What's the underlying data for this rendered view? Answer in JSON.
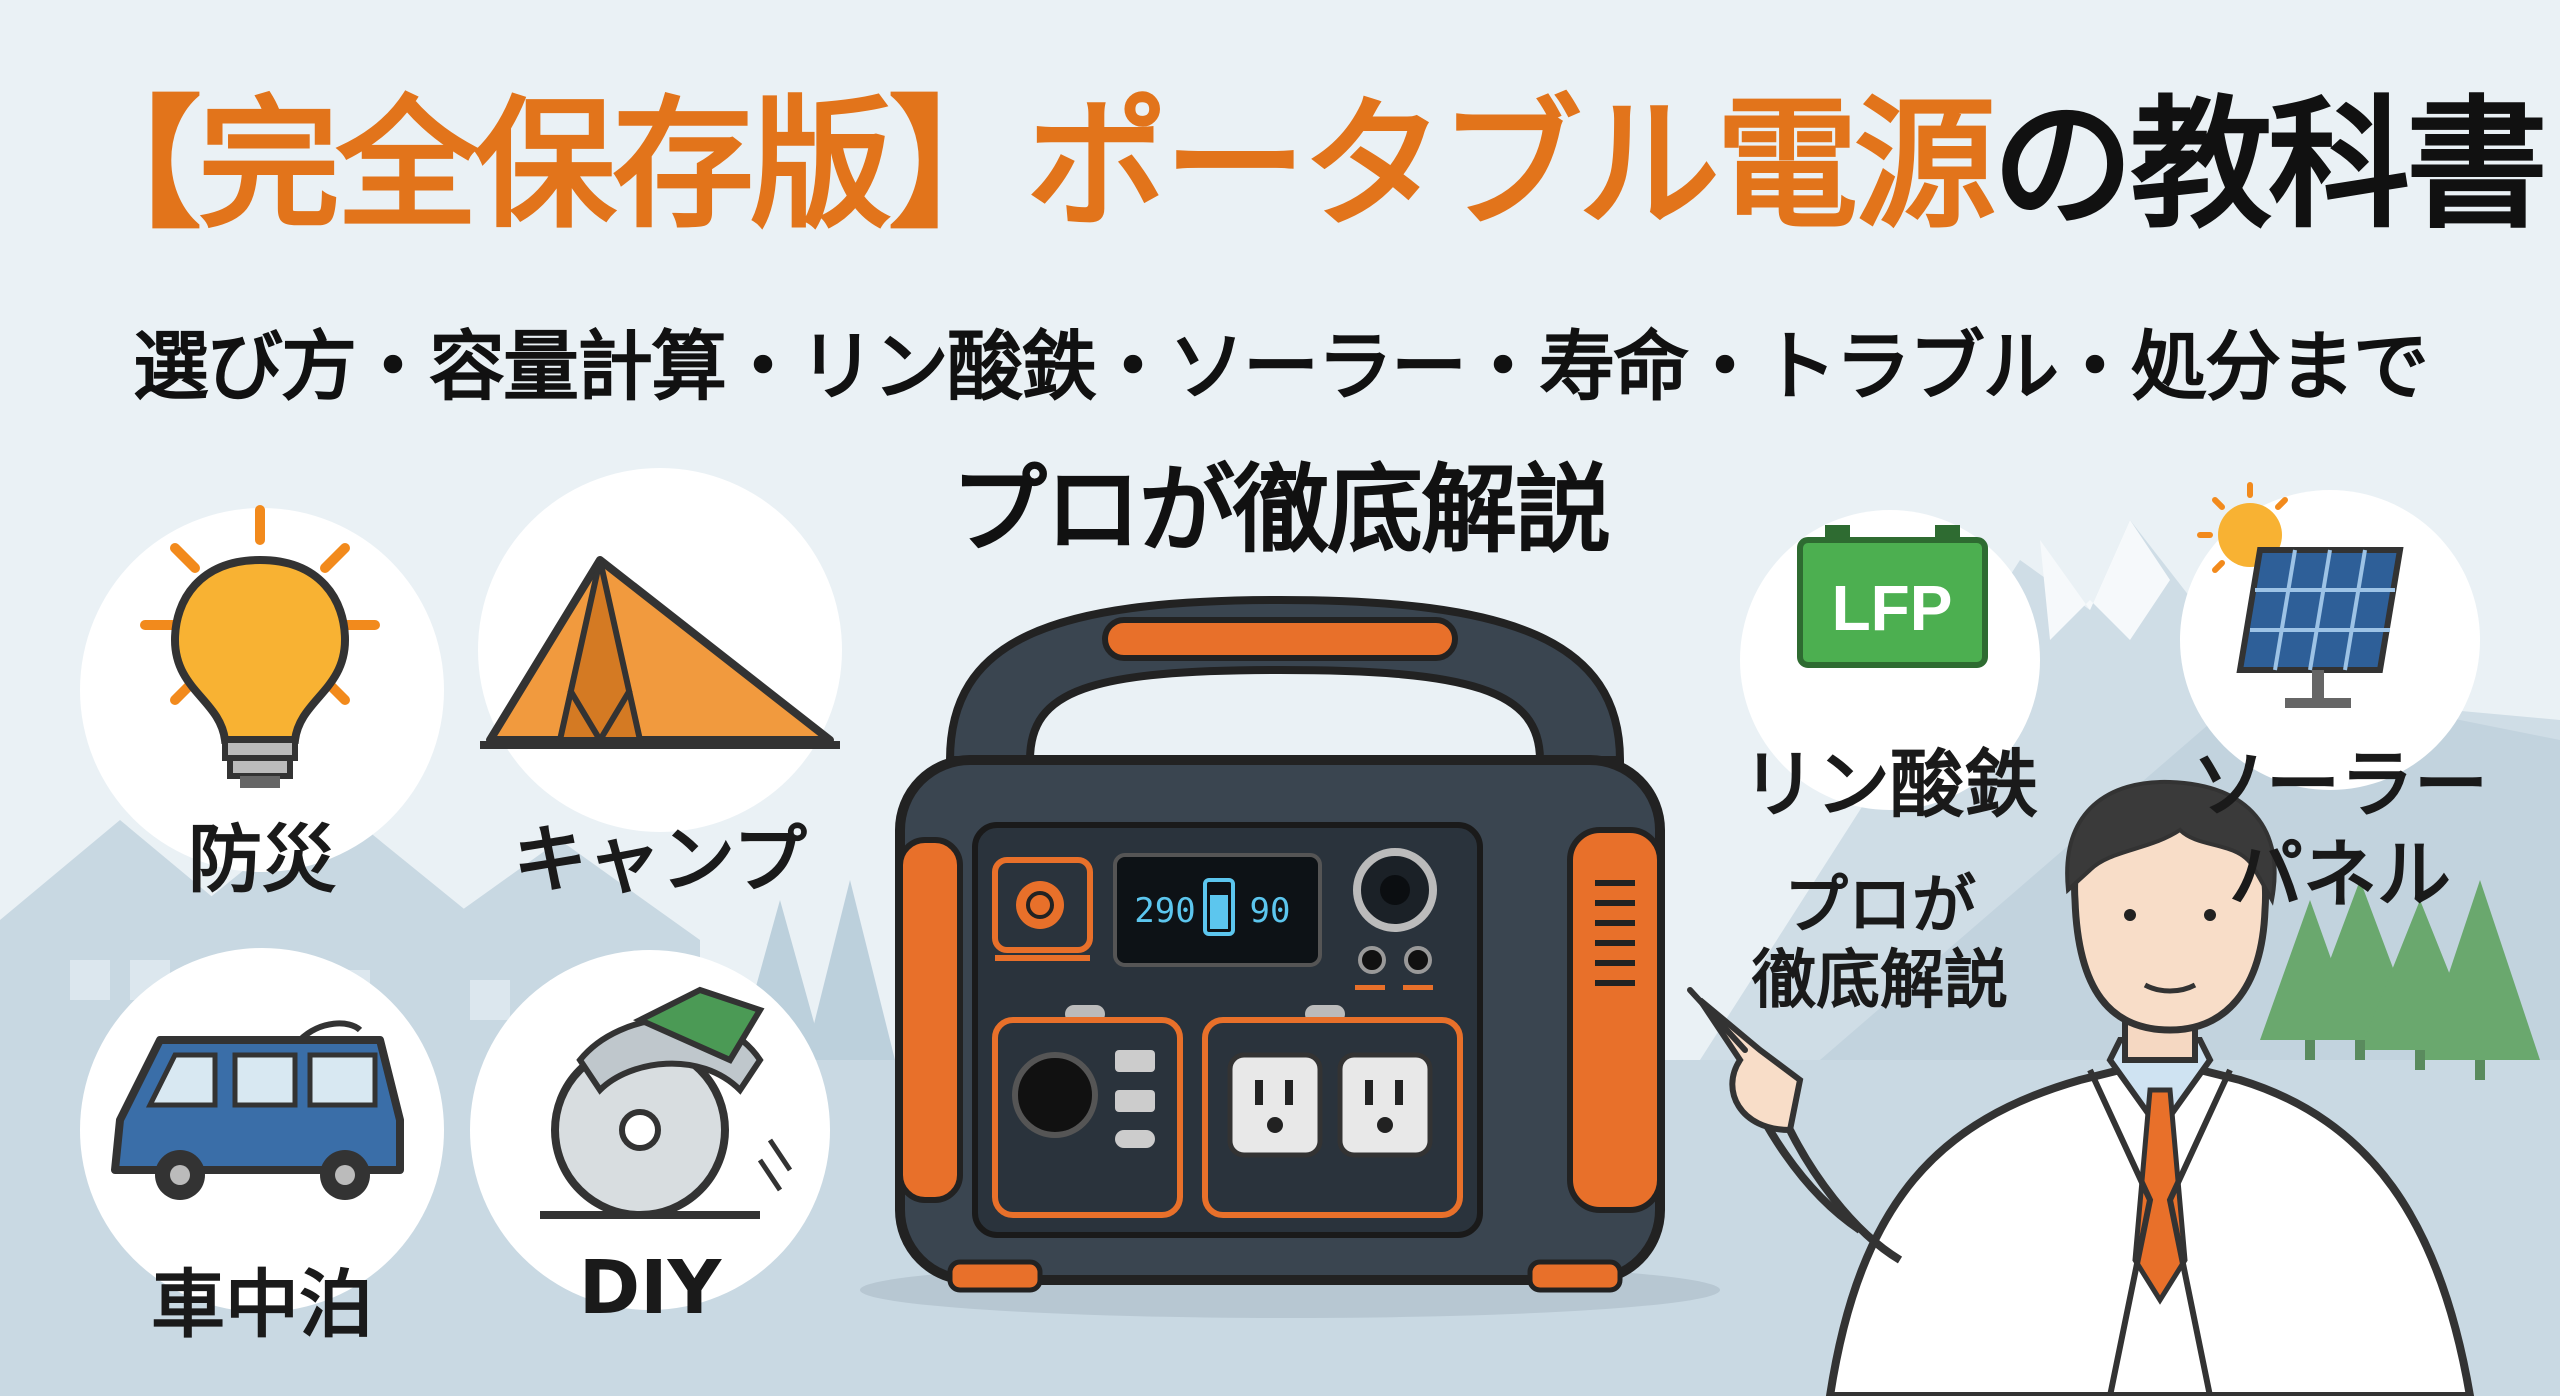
{
  "title": {
    "part1": "【完全保存版】ポータブル電源",
    "part2": "の教科書"
  },
  "subtitle": "選び方・容量計算・リン酸鉄・ソーラー・寿命・トラブル・処分まで",
  "tagline": "プロが徹底解説",
  "use_cases": [
    {
      "label": "防災",
      "icon": "lightbulb-icon"
    },
    {
      "label": "キャンプ",
      "icon": "tent-icon"
    },
    {
      "label": "車中泊",
      "icon": "van-icon"
    },
    {
      "label": "DIY",
      "icon": "circular-saw-icon"
    }
  ],
  "features": [
    {
      "label": "リン酸鉄",
      "icon": "lfp-battery-icon",
      "badge": "LFP"
    },
    {
      "label_line1": "ソーラー",
      "label_line2": "パネル",
      "icon": "solar-panel-icon"
    }
  ],
  "speech": {
    "line1": "プロが",
    "line2": "徹底解説"
  },
  "device": {
    "display_left": "290",
    "display_right": "90"
  },
  "colors": {
    "accent": "#e2741b",
    "device_body": "#3a4550",
    "background": "#eaf1f5"
  }
}
